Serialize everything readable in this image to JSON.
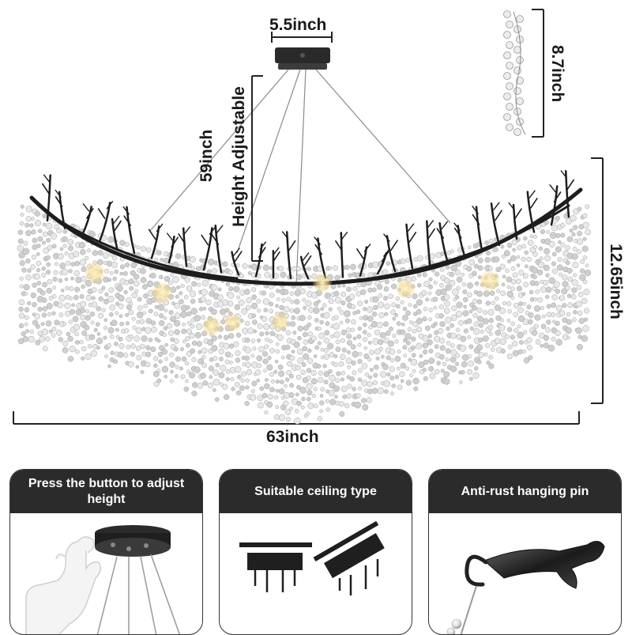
{
  "dimensions": {
    "canopy_width": "5.5inch",
    "drop_length": "59inch",
    "height_adjustable": "Height Adjustable",
    "strand_length": "8.7inch",
    "fixture_height": "12.65inch",
    "fixture_width": "63inch"
  },
  "panels": [
    {
      "title": "Press the button to adjust height"
    },
    {
      "title": "Suitable ceiling type"
    },
    {
      "title": "Anti-rust hanging pin"
    }
  ]
}
